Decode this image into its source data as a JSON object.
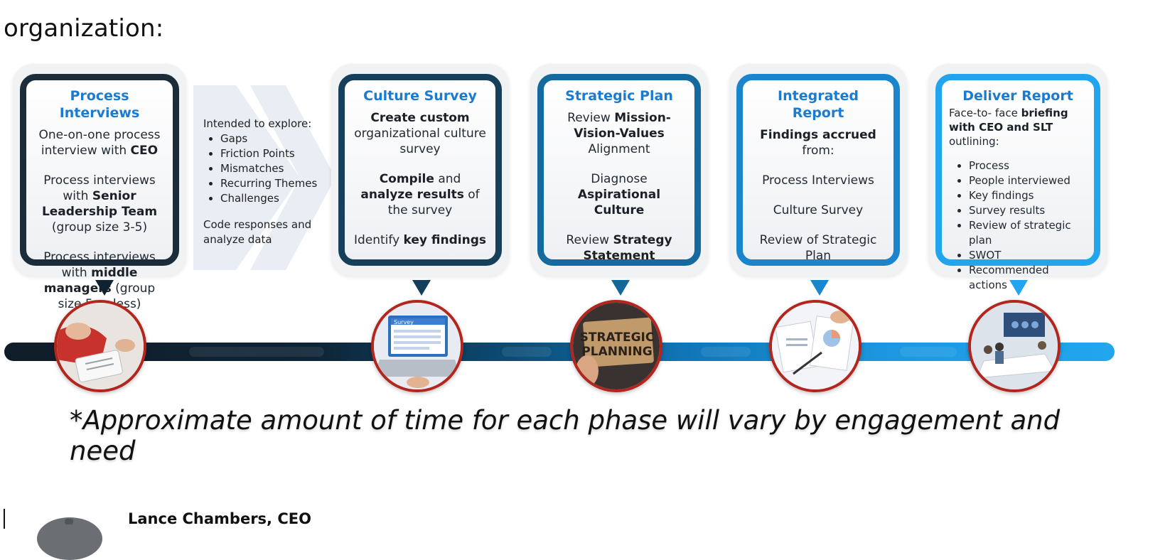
{
  "heading": "organization:",
  "phases": [
    {
      "title": "Process Interviews",
      "color": "#1b2d3b",
      "paragraphs": [
        {
          "parts": [
            [
              "One-on-one process interview with ",
              false
            ],
            [
              "CEO",
              true
            ]
          ]
        },
        {
          "parts": [
            [
              "Process interviews with ",
              false
            ],
            [
              "Senior Leadership Team",
              true
            ],
            [
              " (group size 3-5)",
              false
            ]
          ]
        },
        {
          "parts": [
            [
              "Process interviews with ",
              false
            ],
            [
              "middle managers",
              true
            ],
            [
              " (group size 5 or less)",
              false
            ]
          ]
        }
      ]
    },
    {
      "title": "Culture Survey",
      "color": "#163f5c",
      "paragraphs": [
        {
          "parts": [
            [
              "Create custom",
              true
            ],
            [
              " organizational culture survey",
              false
            ]
          ]
        },
        {
          "parts": [
            [
              "Compile",
              true
            ],
            [
              " and ",
              false
            ],
            [
              "analyze results",
              true
            ],
            [
              " of the survey",
              false
            ]
          ]
        },
        {
          "parts": [
            [
              "Identify ",
              false
            ],
            [
              "key findings",
              true
            ]
          ]
        }
      ]
    },
    {
      "title": "Strategic Plan",
      "color": "#146a9e",
      "paragraphs": [
        {
          "parts": [
            [
              "Review ",
              false
            ],
            [
              "Mission-Vision-Values",
              true
            ],
            [
              " Alignment",
              false
            ]
          ]
        },
        {
          "parts": [
            [
              "Diagnose ",
              false
            ],
            [
              "Aspirational Culture",
              true
            ]
          ]
        },
        {
          "parts": [
            [
              "Review ",
              false
            ],
            [
              "Strategy Statement",
              true
            ]
          ]
        }
      ]
    },
    {
      "title": "Integrated Report",
      "color": "#1a85cc",
      "paragraphs": [
        {
          "parts": [
            [
              "Findings accrued",
              true
            ],
            [
              " from:",
              false
            ]
          ]
        },
        {
          "parts": [
            [
              "Process Interviews",
              false
            ]
          ]
        },
        {
          "parts": [
            [
              "Culture Survey",
              false
            ]
          ]
        },
        {
          "parts": [
            [
              "Review of Strategic Plan",
              false
            ]
          ]
        }
      ]
    },
    {
      "title": "Deliver Report",
      "color": "#23a4ee",
      "intro": [
        [
          "Face-to- face ",
          false
        ],
        [
          "briefing with CEO and SLT",
          true
        ],
        [
          " outlining:",
          false
        ]
      ],
      "bullets": [
        "Process",
        "People interviewed",
        "Key findings",
        "Survey results",
        "Review of strategic plan",
        "SWOT",
        "Recommended actions"
      ]
    }
  ],
  "explore": {
    "intro": "Intended to explore:",
    "bullets": [
      "Gaps",
      "Friction Points",
      "Mismatches",
      "Recurring Themes",
      "Challenges"
    ],
    "outro": "Code responses and analyze data"
  },
  "circle_labels": {
    "strategic_planning_line1": "STRATEGIC",
    "strategic_planning_line2": "PLANNING",
    "survey_screen": "Survey"
  },
  "footnote": "*Approximate amount of time for each phase will vary by engagement and need",
  "signature": "Lance Chambers, CEO"
}
